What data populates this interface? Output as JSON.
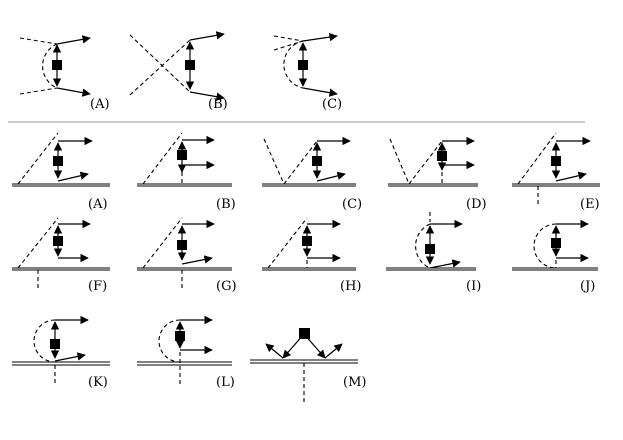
{
  "top_row": {
    "labels": [
      "(A)",
      "(B)",
      "(C)"
    ]
  },
  "bottom_rows": {
    "labels": [
      "(A)",
      "(B)",
      "(C)",
      "(D)",
      "(E)",
      "(F)",
      "(G)",
      "(H)",
      "(I)",
      "(J)",
      "(K)",
      "(L)",
      "(M)"
    ]
  }
}
